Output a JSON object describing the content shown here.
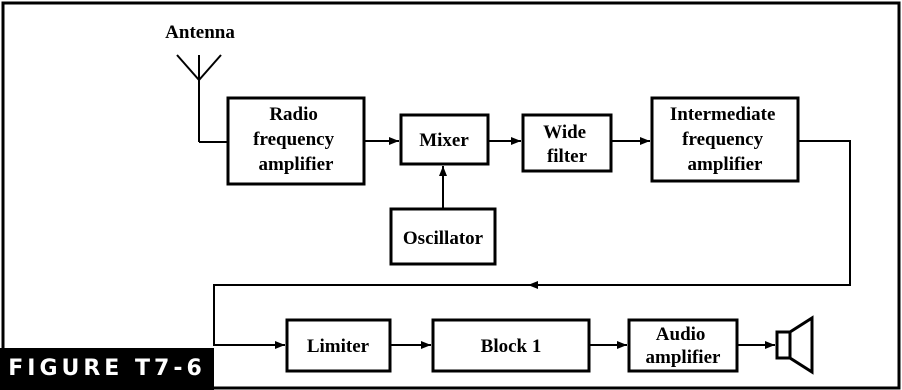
{
  "antenna_label": "Antenna",
  "blocks": {
    "rf_amplifier": [
      "Radio",
      "frequency",
      "amplifier"
    ],
    "mixer": [
      "Mixer"
    ],
    "wide_filter": [
      "Wide",
      "filter"
    ],
    "if_amplifier": [
      "Intermediate",
      "frequency",
      "amplifier"
    ],
    "oscillator": [
      "Oscillator"
    ],
    "limiter": [
      "Limiter"
    ],
    "block1": [
      "Block 1"
    ],
    "audio_amplifier": [
      "Audio",
      "amplifier"
    ]
  },
  "figure_label": "FIGURE T7-6"
}
